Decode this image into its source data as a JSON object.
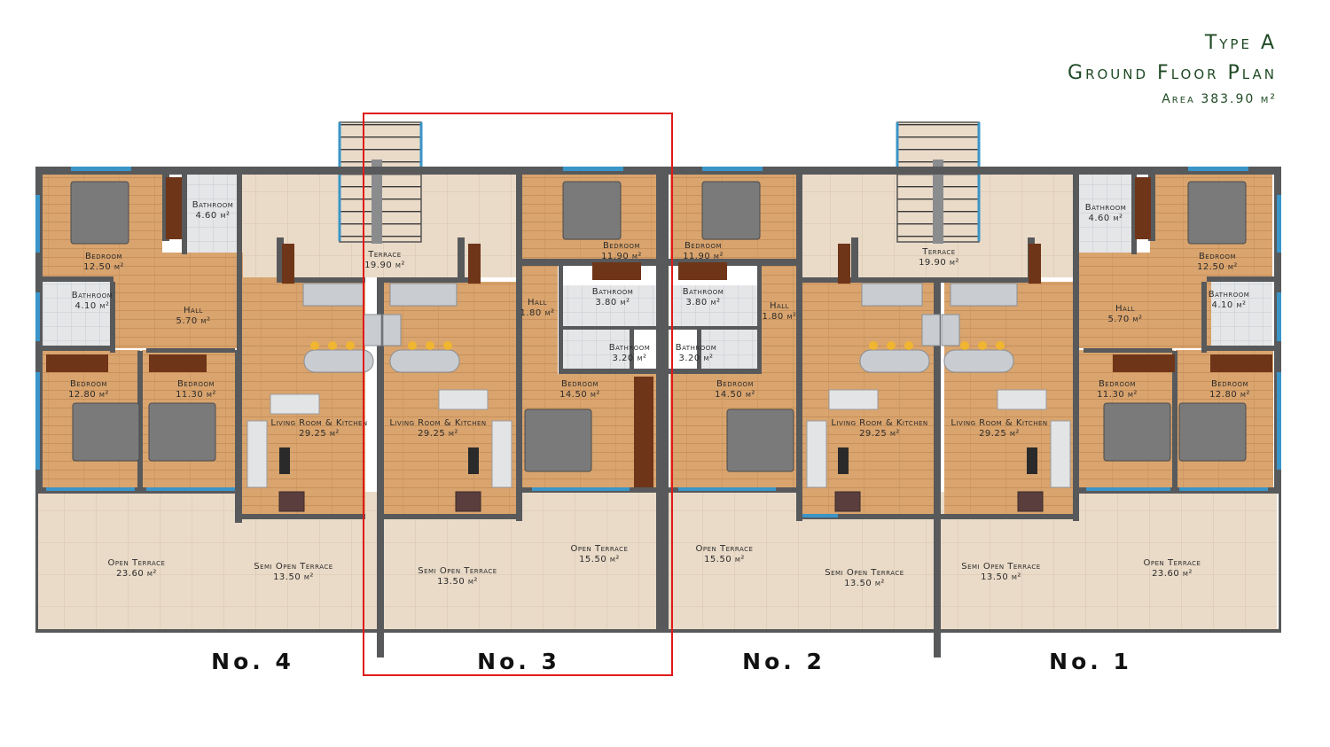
{
  "header": {
    "type": "Type A",
    "plan": "Ground Floor Plan",
    "area": "Area 383.90 m²"
  },
  "colors": {
    "wall": "#58595b",
    "wood": "#d9a46e",
    "tile": "#eadbc8",
    "wet_tile": "#e4e6e8",
    "window": "#3a95c8",
    "highlight": "#e01a1a",
    "header_text": "#1f4a24"
  },
  "rooms": [
    {
      "name": "Bedroom",
      "area": "12.50 m²"
    },
    {
      "name": "Bathroom",
      "area": "4.60 m²"
    },
    {
      "name": "Bathroom",
      "area": "4.10 m²"
    },
    {
      "name": "Hall",
      "area": "5.70 m²"
    },
    {
      "name": "Bedroom",
      "area": "12.80 m²"
    },
    {
      "name": "Bedroom",
      "area": "11.30 m²"
    },
    {
      "name": "Living Room & Kitchen",
      "area": "29.25 m²"
    },
    {
      "name": "Open Terrace",
      "area": "23.60 m²"
    },
    {
      "name": "Semi Open Terrace",
      "area": "13.50 m²"
    },
    {
      "name": "Terrace",
      "area": "19.90 m²"
    },
    {
      "name": "Living Room & Kitchen",
      "area": "29.25 m²"
    },
    {
      "name": "Semi Open Terrace",
      "area": "13.50 m²"
    },
    {
      "name": "Bedroom",
      "area": "11.90 m²"
    },
    {
      "name": "Hall",
      "area": "1.80 m²"
    },
    {
      "name": "Bathroom",
      "area": "3.80 m²"
    },
    {
      "name": "Bathroom",
      "area": "3.20 m²"
    },
    {
      "name": "Bedroom",
      "area": "14.50 m²"
    },
    {
      "name": "Open Terrace",
      "area": "15.50 m²"
    },
    {
      "name": "Bedroom",
      "area": "11.90 m²"
    },
    {
      "name": "Bathroom",
      "area": "3.80 m²"
    },
    {
      "name": "Bathroom",
      "area": "3.20 m²"
    },
    {
      "name": "Hall",
      "area": "1.80 m²"
    },
    {
      "name": "Bedroom",
      "area": "14.50 m²"
    },
    {
      "name": "Open Terrace",
      "area": "15.50 m²"
    },
    {
      "name": "Living Room & Kitchen",
      "area": "29.25 m²"
    },
    {
      "name": "Semi Open Terrace",
      "area": "13.50 m²"
    },
    {
      "name": "Terrace",
      "area": "19.90 m²"
    },
    {
      "name": "Living Room & Kitchen",
      "area": "29.25 m²"
    },
    {
      "name": "Semi Open Terrace",
      "area": "13.50 m²"
    },
    {
      "name": "Bathroom",
      "area": "4.60 m²"
    },
    {
      "name": "Bedroom",
      "area": "12.50 m²"
    },
    {
      "name": "Hall",
      "area": "5.70 m²"
    },
    {
      "name": "Bathroom",
      "area": "4.10 m²"
    },
    {
      "name": "Bedroom",
      "area": "11.30 m²"
    },
    {
      "name": "Bedroom",
      "area": "12.80 m²"
    },
    {
      "name": "Open Terrace",
      "area": "23.60 m²"
    }
  ],
  "units": [
    "No. 4",
    "No. 3",
    "No. 2",
    "No. 1"
  ]
}
